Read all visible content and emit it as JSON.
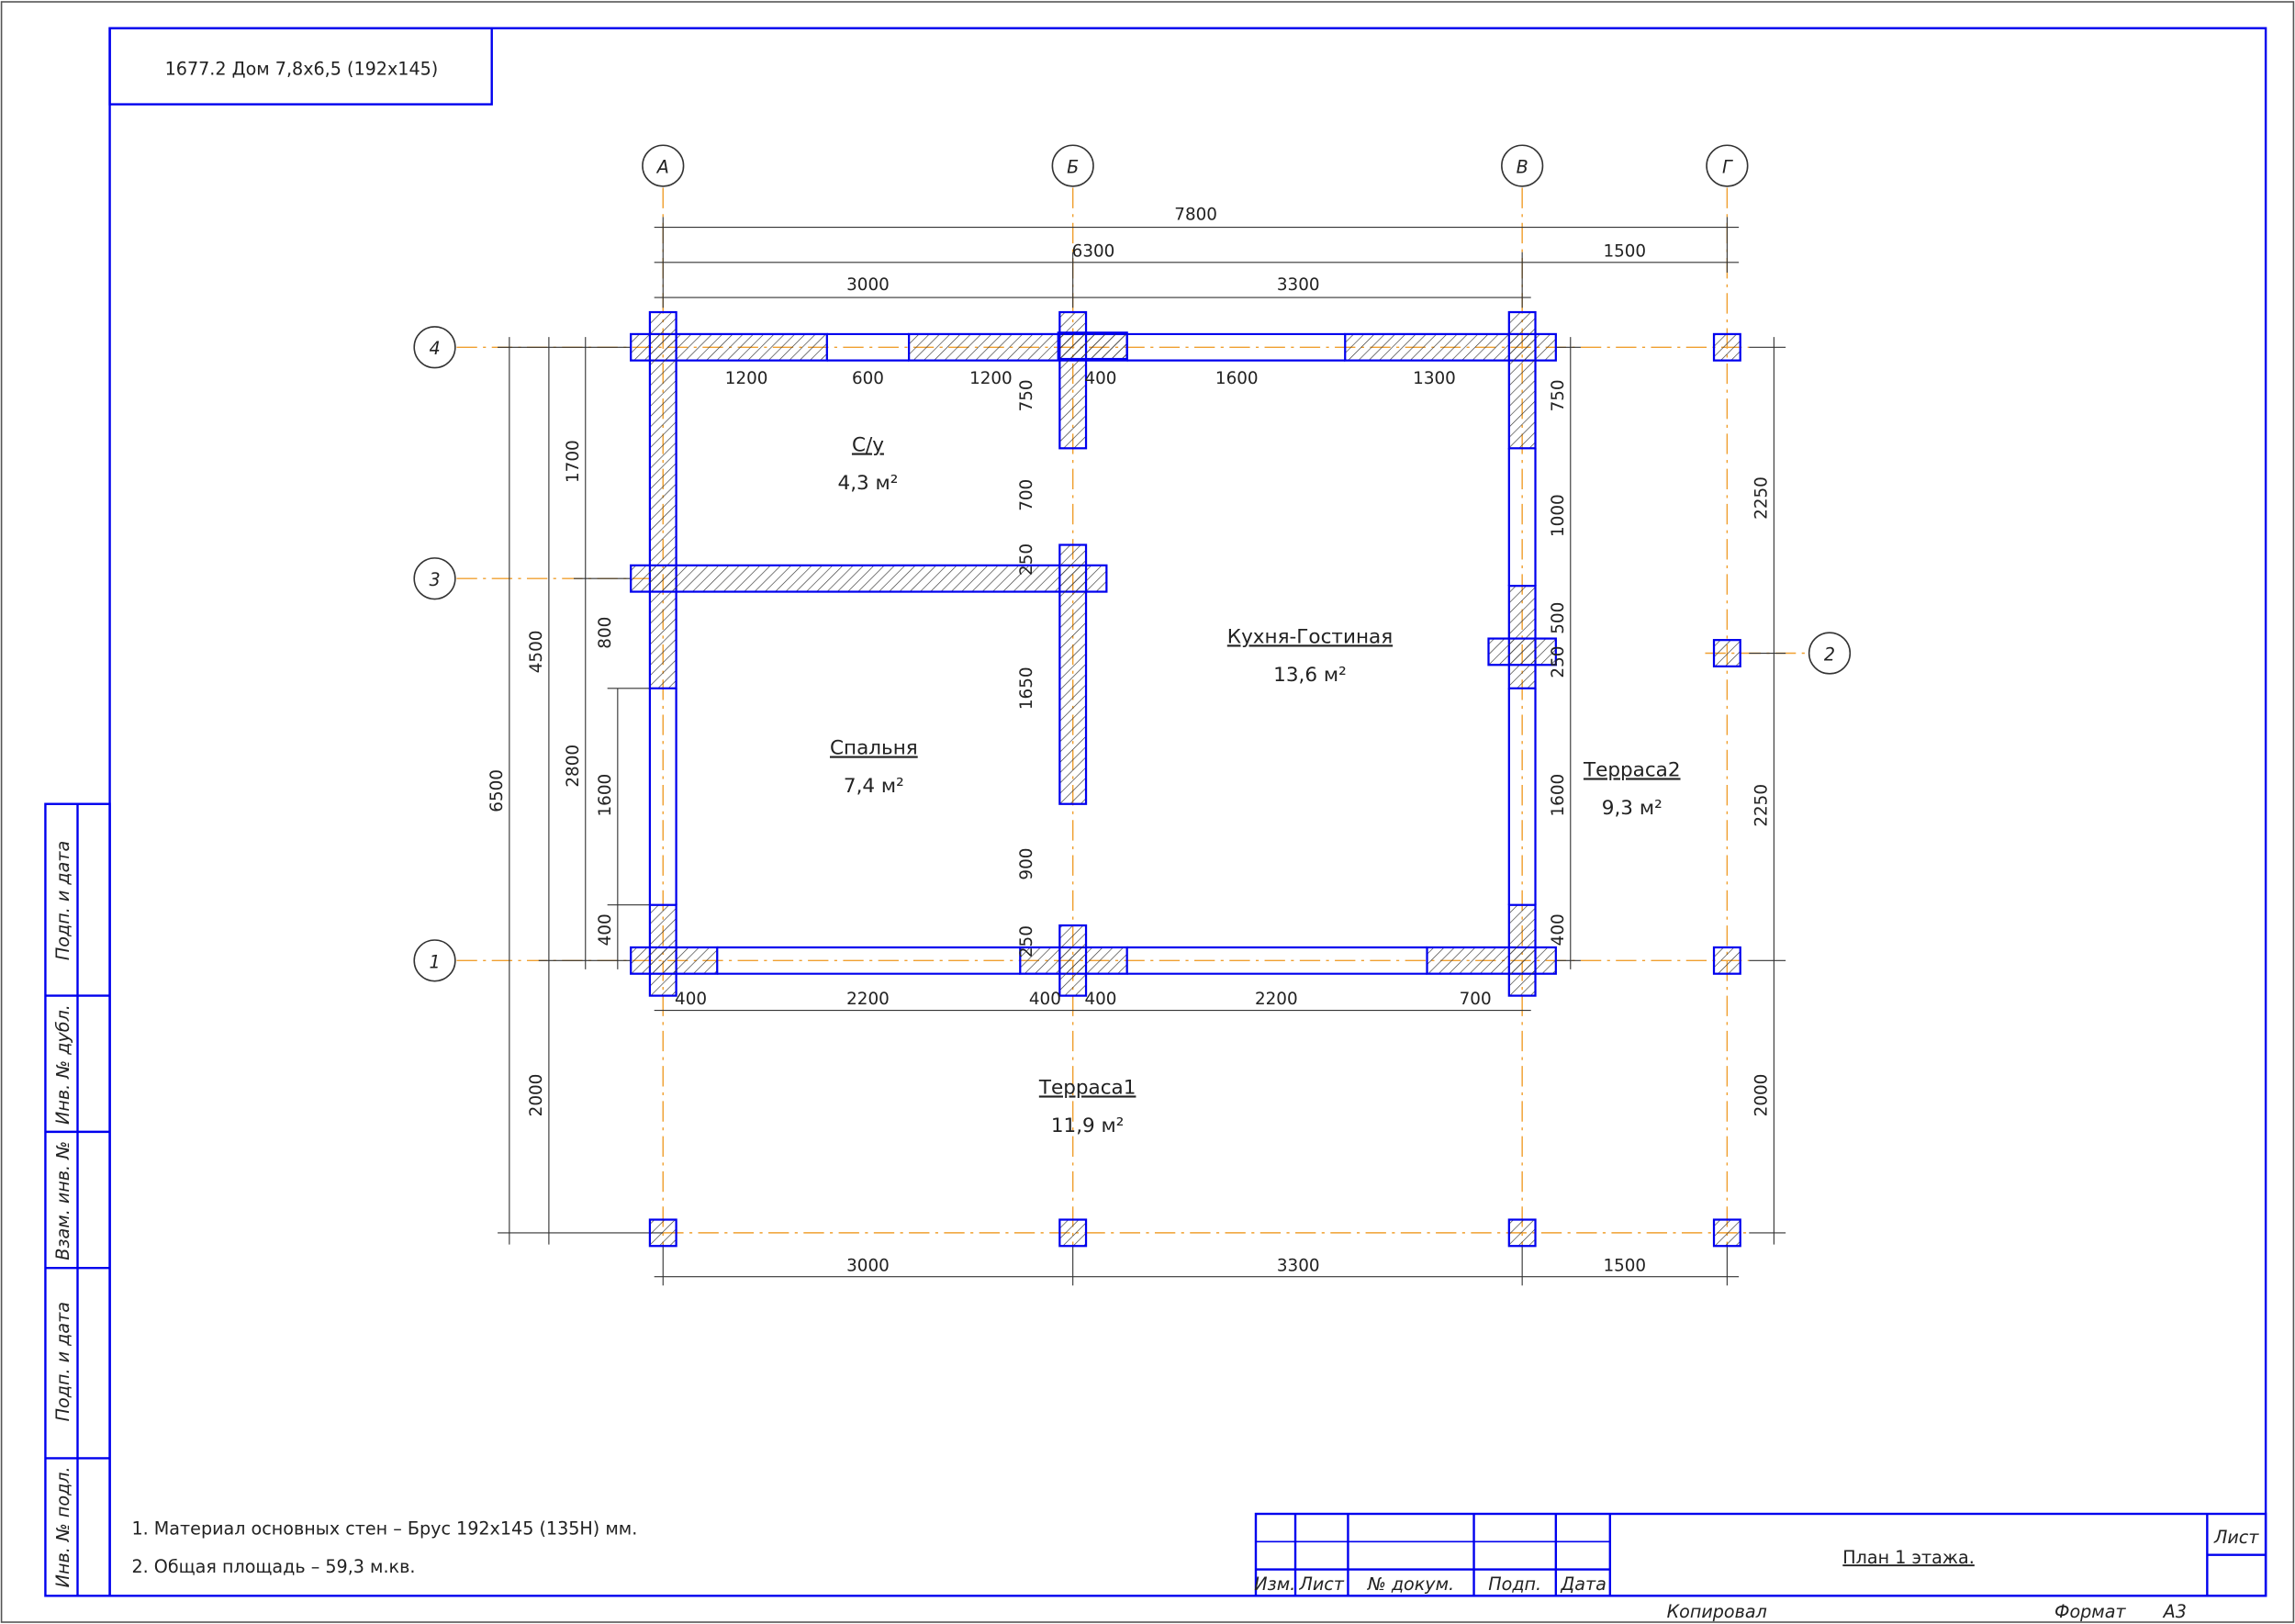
{
  "sheet": {
    "project_title": "1677.2 Дом 7,8х6,5 (192х145)",
    "drawing_title": "План 1 этажа.",
    "sheet_label": "Лист",
    "copied_label": "Копировал",
    "format_label": "Формат",
    "format_value": "А3",
    "title_block_headers": [
      "Изм.",
      "Лист",
      "№ докум.",
      "Подп.",
      "Дата"
    ],
    "side_stamps": [
      "Подп. и дата",
      "Инв. № дубл.",
      "Взам. инв. №",
      "Подп. и дата",
      "Инв. № подл."
    ]
  },
  "notes": [
    "1. Материал основных стен – Брус 192х145 (135Н) мм.",
    "2. Общая площадь – 59,3 м.кв."
  ],
  "axes": {
    "columns": [
      "А",
      "Б",
      "В",
      "Г"
    ],
    "rows": [
      "4",
      "3",
      "1",
      "2"
    ]
  },
  "rooms": [
    {
      "name": "С/у",
      "area": "4,3 м²"
    },
    {
      "name": "Спальня",
      "area": "7,4 м²"
    },
    {
      "name": "Кухня-Гостиная",
      "area": "13,6 м²"
    },
    {
      "name": "Терраса2",
      "area": "9,3 м²"
    },
    {
      "name": "Терраса1",
      "area": "11,9 м²"
    }
  ],
  "dimensions": {
    "top": [
      "7800",
      "6300",
      "1500",
      "3000",
      "3300"
    ],
    "top_inner": [
      "1200",
      "600",
      "1200",
      "400",
      "1600",
      "1300"
    ],
    "axis_b_vertical": [
      "750",
      "700",
      "250",
      "1650",
      "900",
      "250"
    ],
    "right_inner": [
      "750",
      "1000",
      "500",
      "250",
      "1600",
      "400"
    ],
    "far_right": [
      "2250",
      "2250",
      "2000"
    ],
    "left": [
      "6500",
      "4500",
      "2000",
      "1700",
      "2800",
      "800",
      "1600",
      "400"
    ],
    "bottom_inner": [
      "400",
      "2200",
      "400",
      "400",
      "2200",
      "700"
    ],
    "bottom": [
      "3000",
      "3300",
      "1500"
    ]
  },
  "colors": {
    "frame": "#0000ee",
    "axis": "#f0a030",
    "ink": "#222222"
  }
}
